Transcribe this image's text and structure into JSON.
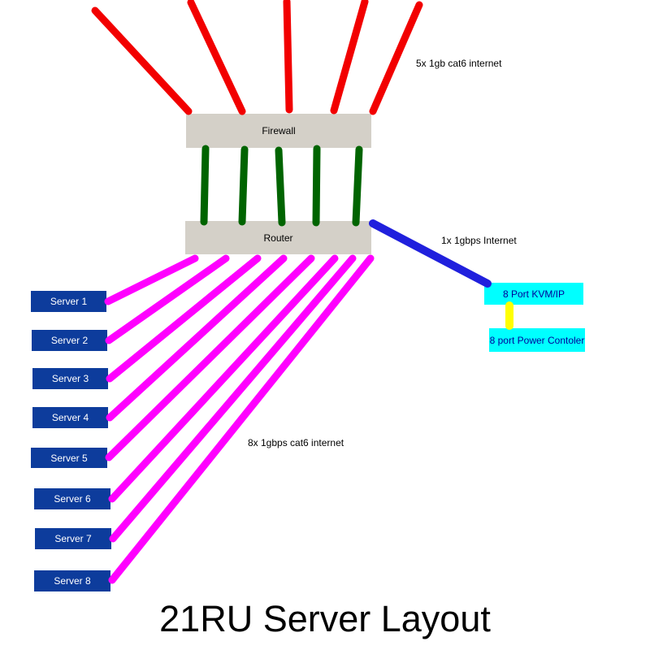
{
  "title": "21RU Server Layout",
  "colors": {
    "background": "#ffffff",
    "node_gray": "#d4d0c8",
    "server_blue": "#0d3c9c",
    "server_text": "#ffffff",
    "cyan_node": "#00ffff",
    "cyan_text": "#000099",
    "text_black": "#000000",
    "cable_red": "#f20000",
    "cable_green": "#006400",
    "cable_magenta": "#ff00ff",
    "cable_blue": "#2020dd",
    "cable_yellow": "#ffff00"
  },
  "nodes": {
    "firewall": {
      "label": "Firewall"
    },
    "router": {
      "label": "Router"
    },
    "kvm": {
      "label": "8 Port KVM/IP"
    },
    "power": {
      "label": "8 port Power Contoler"
    },
    "servers": [
      {
        "label": "Server 1"
      },
      {
        "label": "Server 2"
      },
      {
        "label": "Server 3"
      },
      {
        "label": "Server 4"
      },
      {
        "label": "Server 5"
      },
      {
        "label": "Server 6"
      },
      {
        "label": "Server 7"
      },
      {
        "label": "Server 8"
      }
    ]
  },
  "cables": {
    "internet_uplinks": {
      "label": "5x 1gb cat6 internet",
      "count": 5,
      "color": "#f20000",
      "from": "internet",
      "to": "firewall"
    },
    "firewall_to_router": {
      "label": "",
      "count": 5,
      "color": "#006400",
      "from": "firewall",
      "to": "router"
    },
    "router_to_servers": {
      "label": "8x 1gbps cat6 internet",
      "count": 8,
      "color": "#ff00ff",
      "from": "router",
      "to": "servers"
    },
    "router_to_kvm": {
      "label": "1x 1gbps Internet",
      "count": 1,
      "color": "#2020dd",
      "from": "router",
      "to": "kvm"
    },
    "kvm_to_power": {
      "label": "",
      "count": 1,
      "color": "#ffff00",
      "from": "kvm",
      "to": "power"
    }
  }
}
